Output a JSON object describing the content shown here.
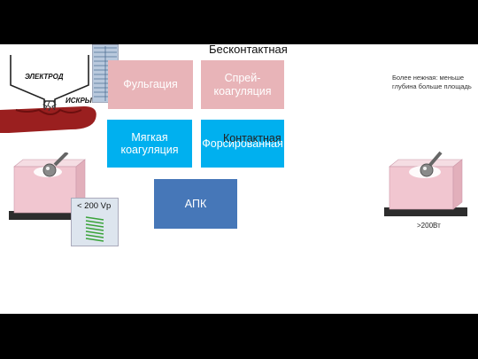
{
  "titles": {
    "noncontact": "Бесконтактная",
    "contact": "Контактная"
  },
  "tiles": {
    "fulguration": "Фульгация",
    "spray": "Спрей-коагуляция",
    "soft": "Мягкая коагуляция",
    "forced": "Форсированная",
    "apc": "АПК"
  },
  "labels": {
    "electrode": "ЭЛЕКТРОД",
    "sparks": "ИСКРЫ",
    "voltage": "< 200 Vp",
    "power": ">200Вт",
    "note": "Более нежная: меньше глубина больше площадь"
  },
  "colors": {
    "pink_tile": "#e8b4b8",
    "cyan_tile": "#00b0ef",
    "blue_tile": "#4677b8"
  }
}
